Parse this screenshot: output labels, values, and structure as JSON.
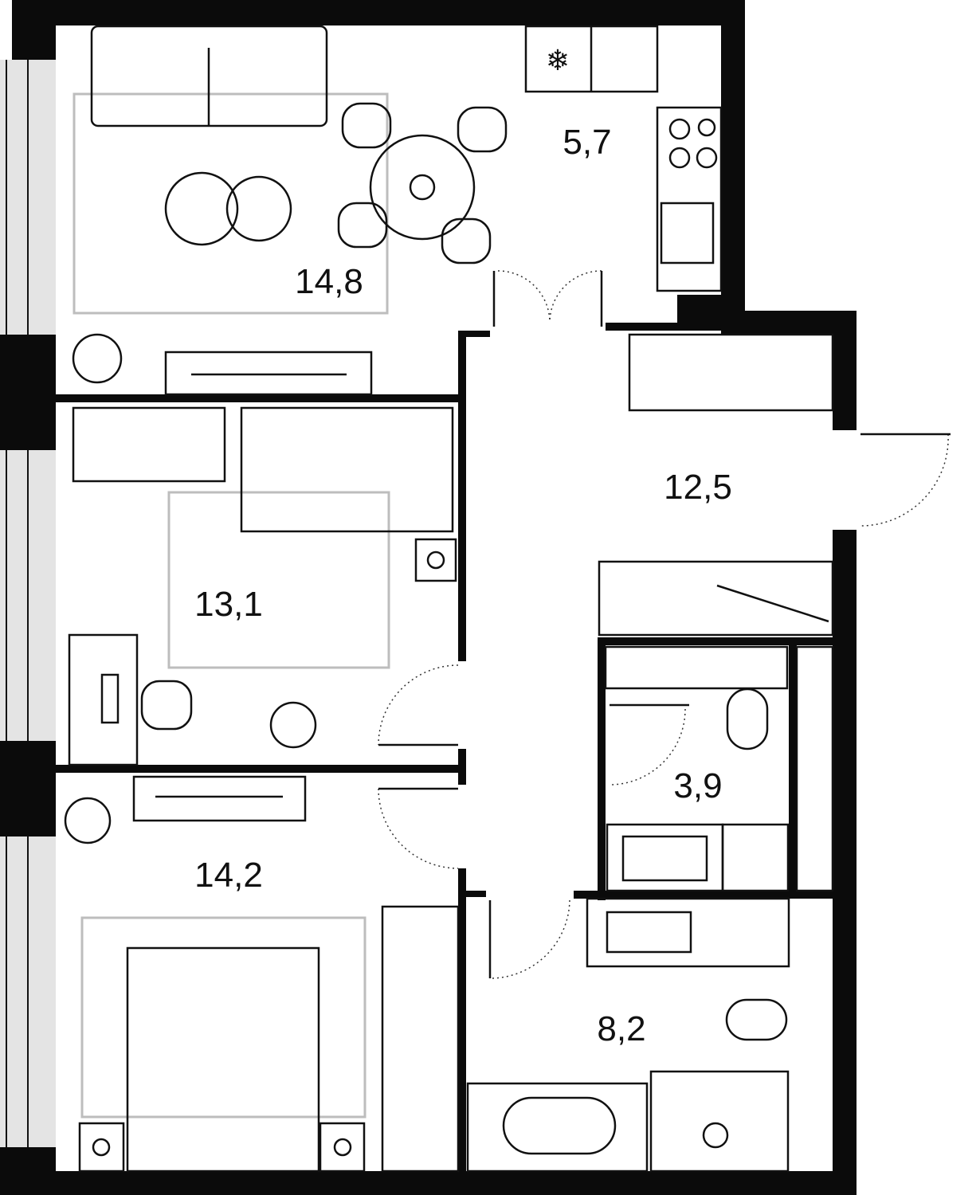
{
  "plan": {
    "rooms": [
      {
        "id": "living",
        "area": "14,8"
      },
      {
        "id": "kitchen",
        "area": "5,7"
      },
      {
        "id": "hall",
        "area": "12,5"
      },
      {
        "id": "bedroom-1",
        "area": "13,1"
      },
      {
        "id": "wc",
        "area": "3,9"
      },
      {
        "id": "bedroom-2",
        "area": "14,2"
      },
      {
        "id": "bathroom",
        "area": "8,2"
      }
    ]
  },
  "colors": {
    "wall": "#0b0b0b",
    "window": "#e4e4e4",
    "rug": "#bdbdbd"
  }
}
